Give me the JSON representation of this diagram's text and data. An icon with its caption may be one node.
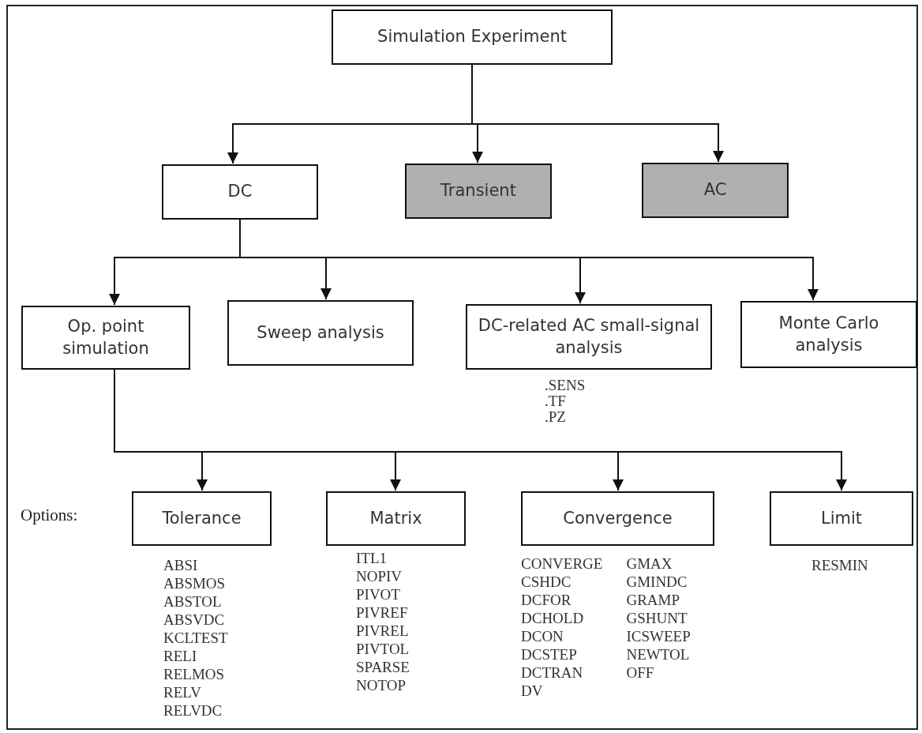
{
  "diagram": {
    "nodes": [
      {
        "text": [
          "Simulation Experiment"
        ]
      },
      {
        "text": [
          "DC"
        ]
      },
      {
        "text": [
          "Transient"
        ]
      },
      {
        "text": [
          "AC"
        ]
      },
      {
        "text": [
          "Op. point simulation"
        ]
      },
      {
        "text": [
          "Sweep analysis"
        ]
      },
      {
        "text": [
          "DC-related AC small-signal analysis"
        ],
        "beside": [
          ".SENS",
          ".TF",
          ".PZ"
        ]
      },
      {
        "text": [
          "Monte Carlo analysis"
        ]
      },
      {
        "text": [
          "Tolerance"
        ],
        "beside": [
          "ABSI",
          "ABSMOS",
          "ABSTOL",
          "ABSVDC",
          "KCLTEST",
          "RELI",
          "RELMOS",
          "RELV",
          "RELVDC"
        ]
      },
      {
        "text": [
          "Matrix"
        ],
        "beside": [
          "ITL1",
          "NOPIV",
          "PIVOT",
          "PIVREF",
          "PIVREL",
          "PIVTOL",
          "SPARSE",
          "NOTOP"
        ]
      },
      {
        "text": [
          "Convergence"
        ],
        "beside": [
          "CONVERGE",
          "CSHDC",
          "DCFOR",
          "DCHOLD",
          "DCON",
          "DCSTEP",
          "DCTRAN",
          "DV",
          "GMAX",
          "GMINDC",
          "GRAMP",
          "GSHUNT",
          "ICSWEEP",
          "NEWTOL",
          "OFF"
        ]
      },
      {
        "text": [
          "Limit"
        ],
        "beside": [
          "RESMIN"
        ]
      }
    ],
    "edges": [
      {
        "from": 0,
        "to": 1,
        "arrow": "to"
      },
      {
        "from": 0,
        "to": 2,
        "arrow": "to"
      },
      {
        "from": 0,
        "to": 3,
        "arrow": "to"
      },
      {
        "from": 1,
        "to": 4,
        "arrow": "to"
      },
      {
        "from": 1,
        "to": 5,
        "arrow": "to"
      },
      {
        "from": 1,
        "to": 6,
        "arrow": "to"
      },
      {
        "from": 1,
        "to": 7,
        "arrow": "to"
      },
      {
        "from": 4,
        "to": 8,
        "arrow": "to"
      },
      {
        "from": 4,
        "to": 9,
        "arrow": "to"
      },
      {
        "from": 4,
        "to": 10,
        "arrow": "to"
      },
      {
        "from": 4,
        "to": 11,
        "arrow": "to"
      }
    ],
    "labels": [
      "Options:"
    ]
  }
}
